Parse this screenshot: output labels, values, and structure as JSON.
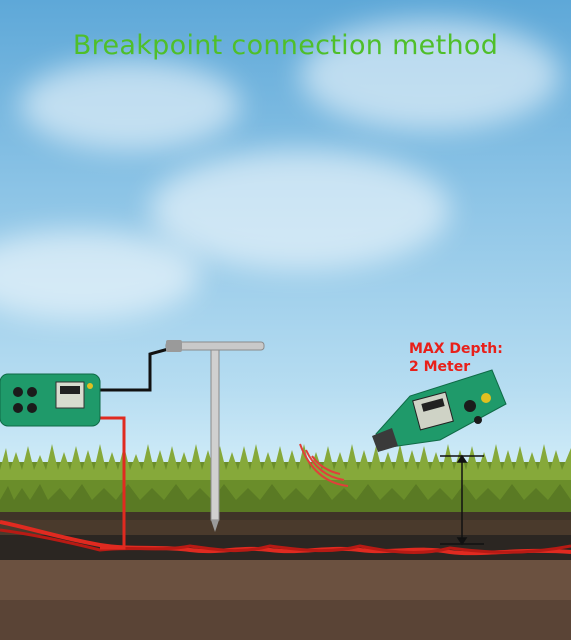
{
  "title": "Breakpoint connection method",
  "depth_label": {
    "line1": "MAX Depth:",
    "line2": "2 Meter"
  },
  "colors": {
    "title": "#4fbf2a",
    "depth_label": "#e8201a",
    "cable": "#e02a20",
    "device_body": "#1f9a6a"
  },
  "icons": [
    "transmitter-device-icon",
    "receiver-device-icon",
    "ground-stake-icon",
    "signal-wave-icon"
  ]
}
